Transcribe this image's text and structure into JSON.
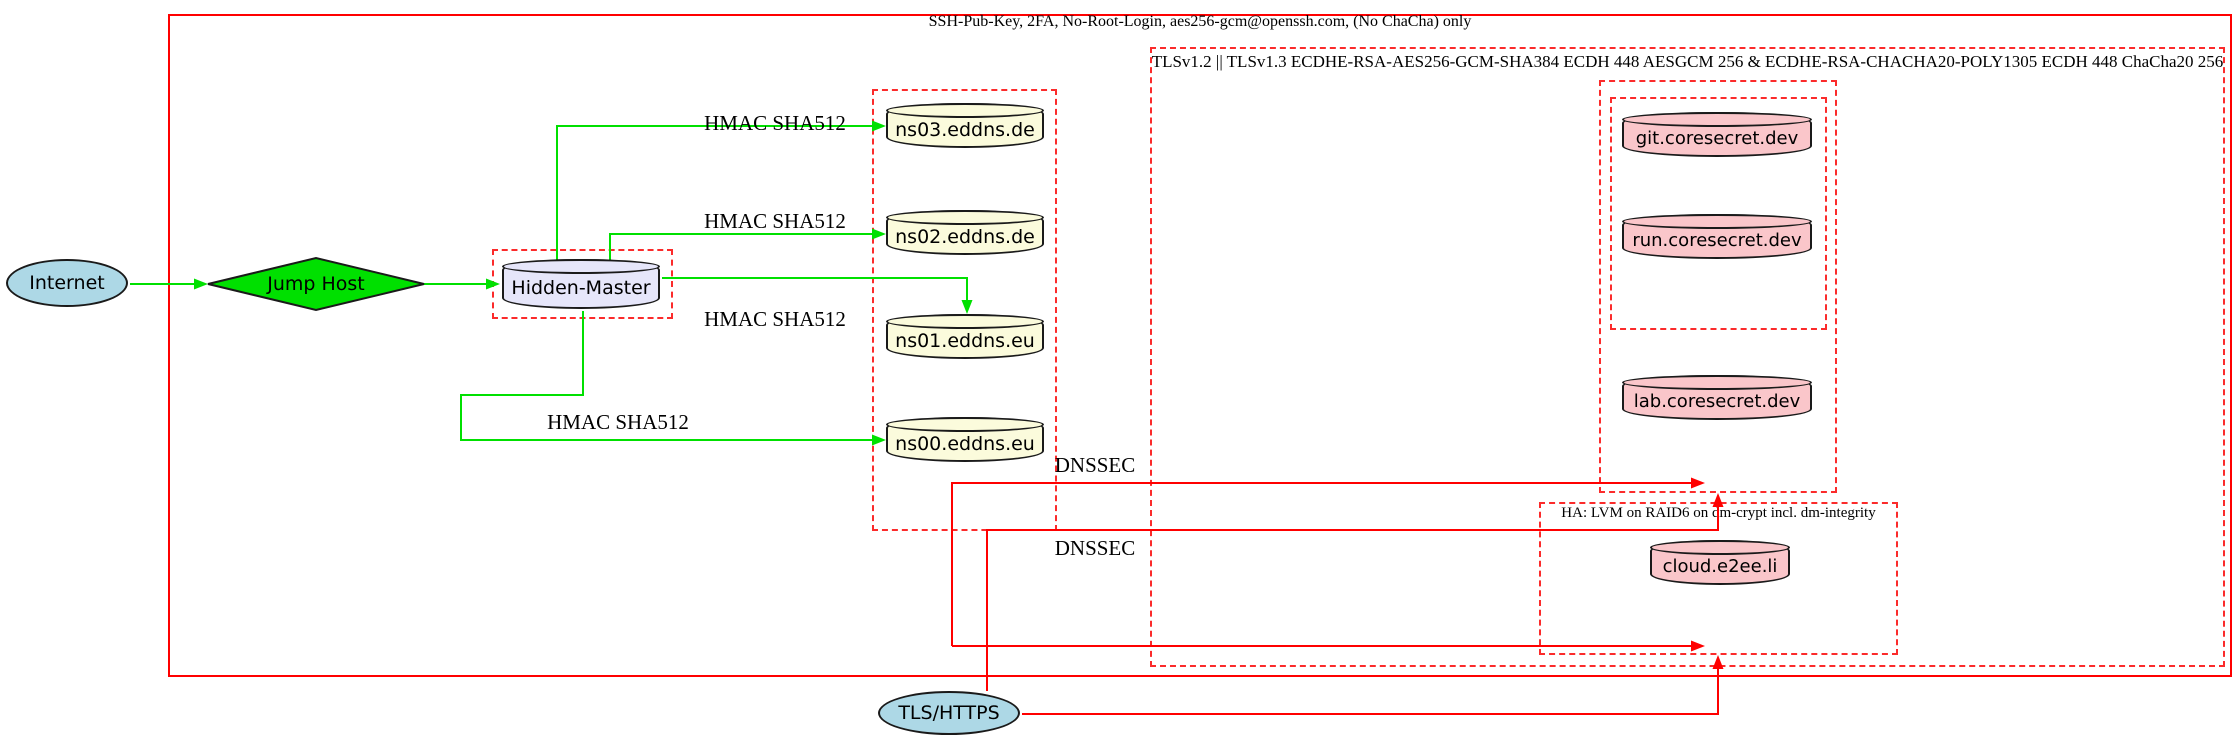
{
  "diagram_type": "network-security-graph",
  "clusters": {
    "ssh": {
      "label": "SSH-Pub-Key, 2FA, No-Root-Login, aes256-gcm@openssh.com, (No ChaCha) only",
      "border": "solid red"
    },
    "tls": {
      "label": "TLSv1.2 || TLSv1.3 ECDHE-RSA-AES256-GCM-SHA384 ECDH 448 AESGCM 256 & ECDHE-RSA-CHACHA20-POLY1305 ECDH 448 ChaCha20 256",
      "border": "dashed red"
    },
    "ha": {
      "label": "HA: LVM on RAID6 on dm-crypt incl. dm-integrity",
      "border": "dashed red"
    },
    "hidden_master_box": {
      "label": "",
      "border": "dashed red"
    },
    "nameserver_box": {
      "label": "",
      "border": "dashed red"
    },
    "coresecret_outer_box": {
      "label": "",
      "border": "dashed red"
    },
    "coresecret_inner_box": {
      "label": "",
      "border": "dashed red"
    }
  },
  "nodes": {
    "internet": {
      "label": "Internet",
      "shape": "ellipse",
      "fill": "#add8e6"
    },
    "jump_host": {
      "label": "Jump Host",
      "shape": "diamond",
      "fill": "#00e000"
    },
    "hidden_master": {
      "label": "Hidden-Master",
      "shape": "cylinder",
      "fill": "#e6e6fa"
    },
    "ns03": {
      "label": "ns03.eddns.de",
      "shape": "cylinder",
      "fill": "#fbfbdc"
    },
    "ns02": {
      "label": "ns02.eddns.de",
      "shape": "cylinder",
      "fill": "#fbfbdc"
    },
    "ns01": {
      "label": "ns01.eddns.eu",
      "shape": "cylinder",
      "fill": "#fbfbdc"
    },
    "ns00": {
      "label": "ns00.eddns.eu",
      "shape": "cylinder",
      "fill": "#fbfbdc"
    },
    "git": {
      "label": "git.coresecret.dev",
      "shape": "cylinder",
      "fill": "#fac6ca"
    },
    "run": {
      "label": "run.coresecret.dev",
      "shape": "cylinder",
      "fill": "#fac6ca"
    },
    "lab": {
      "label": "lab.coresecret.dev",
      "shape": "cylinder",
      "fill": "#fac6ca"
    },
    "cloud": {
      "label": "cloud.e2ee.li",
      "shape": "cylinder",
      "fill": "#fac6ca"
    },
    "tls_https": {
      "label": "TLS/HTTPS",
      "shape": "ellipse",
      "fill": "#add8e6"
    }
  },
  "edge_labels": {
    "hmac_ns03": "HMAC SHA512",
    "hmac_ns02": "HMAC SHA512",
    "hmac_ns01": "HMAC SHA512",
    "hmac_ns00": "HMAC SHA512",
    "dnssec_upper": "DNSSEC",
    "dnssec_lower": "DNSSEC"
  },
  "colors": {
    "green_edges": "#00e000",
    "red_edges": "#ff0000",
    "cluster_border": "#ff0000",
    "node_blue": "#add8e6",
    "node_lavender": "#e6e6fa",
    "node_lightyellow": "#fbfbdc",
    "node_pink": "#fac6ca"
  }
}
